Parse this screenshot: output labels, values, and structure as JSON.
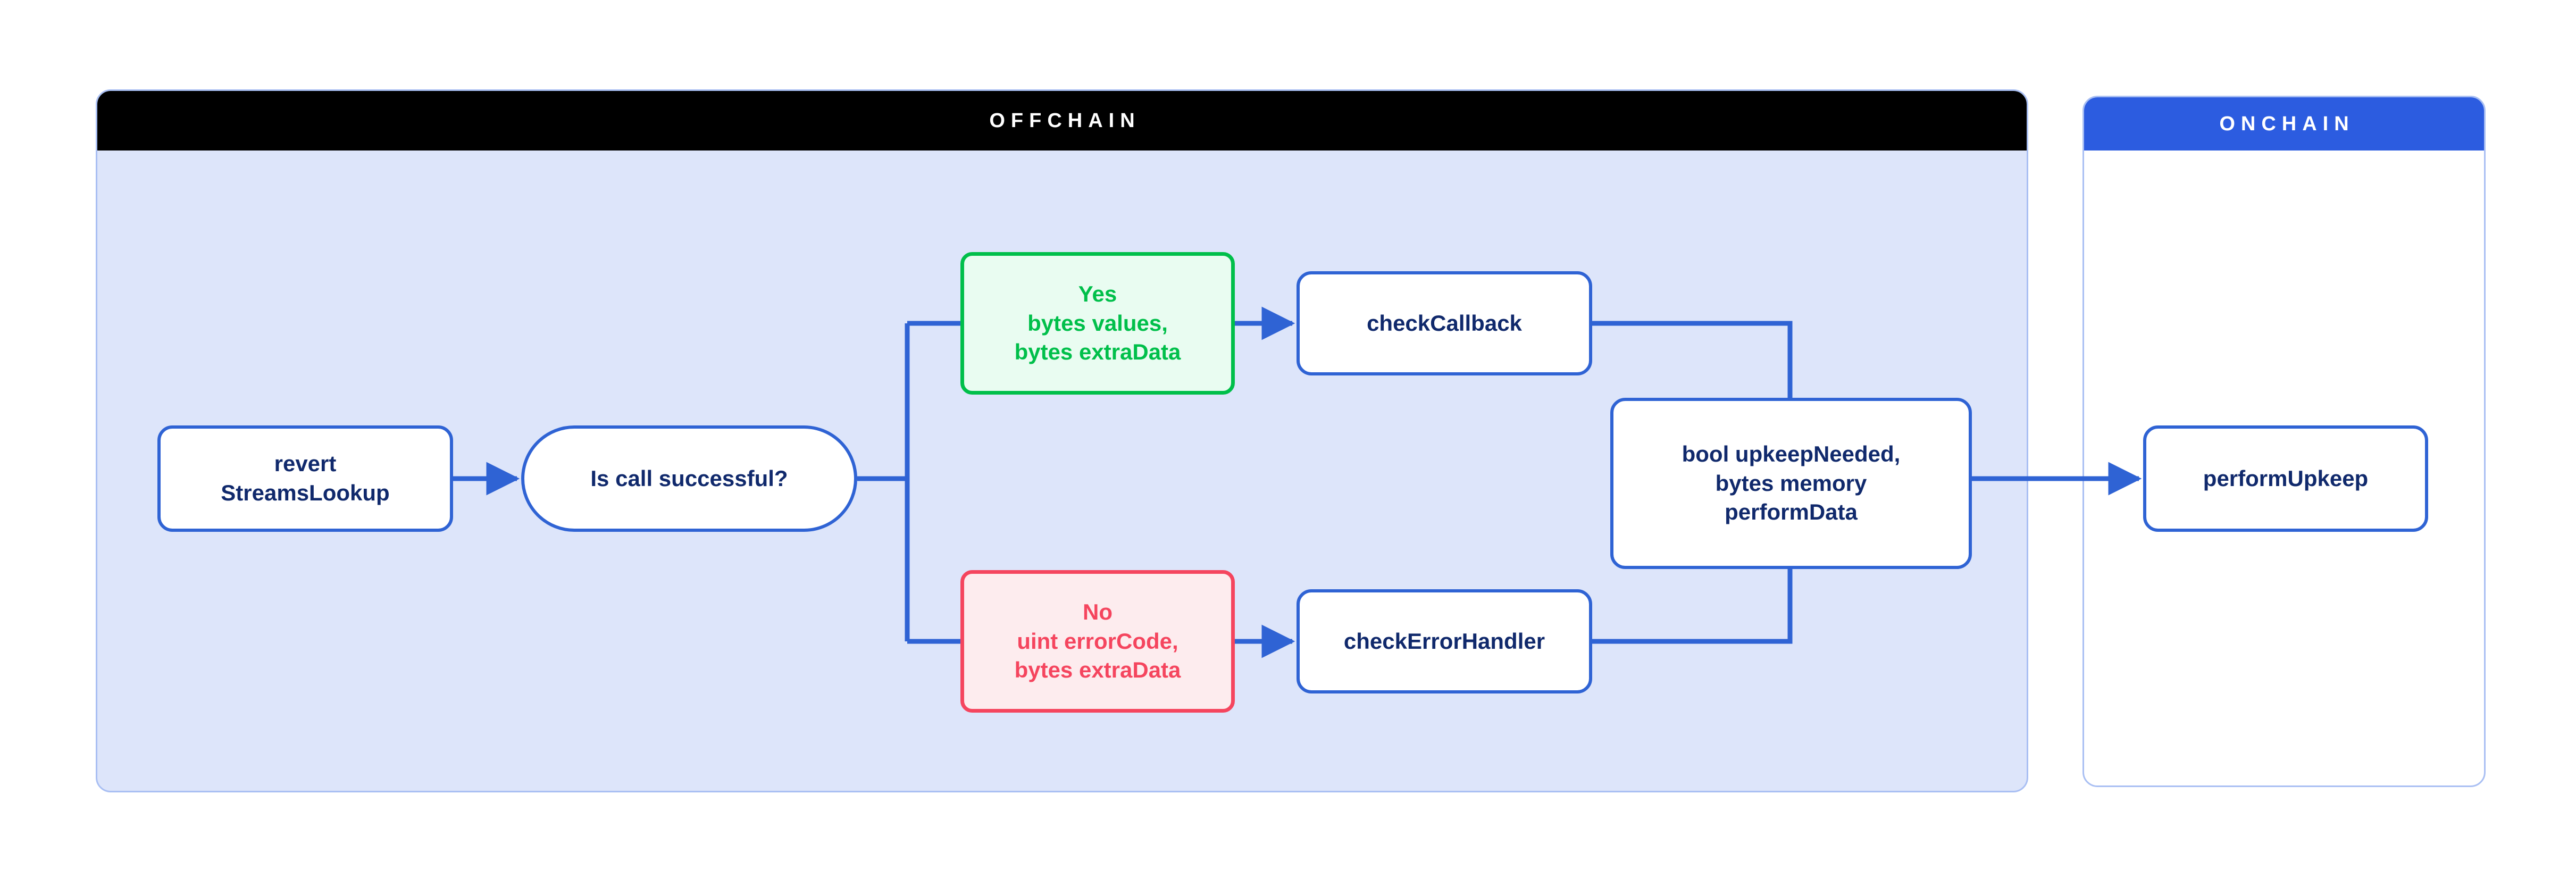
{
  "diagram": {
    "title": "Chainlink Automation StreamsLookup offchain/onchain flow",
    "colors": {
      "offchain_header_bg": "#000000",
      "offchain_body_bg": "#dde5fa",
      "onchain_header_bg": "#2c5ce0",
      "onchain_body_bg": "#ffffff",
      "panel_border": "#a9bff3",
      "node_border_blue": "#2f63d4",
      "node_text_navy": "#10296c",
      "success_green": "#00bf4a",
      "success_green_bg": "#e9fcf1",
      "error_red": "#f5455e",
      "error_red_bg": "#fdecee",
      "connector_blue": "#2f63d4"
    }
  },
  "panels": {
    "offchain": {
      "header": "OFFCHAIN"
    },
    "onchain": {
      "header": "ONCHAIN"
    }
  },
  "nodes": {
    "revert_streams_lookup": {
      "label": "revert\nStreamsLookup"
    },
    "is_call_successful": {
      "label": "Is call successful?"
    },
    "yes_branch": {
      "label": "Yes\nbytes values,\nbytes extraData"
    },
    "no_branch": {
      "label": "No\nuint errorCode,\nbytes extraData"
    },
    "check_callback": {
      "label": "checkCallback"
    },
    "check_error_handler": {
      "label": "checkErrorHandler"
    },
    "return_values": {
      "label": "bool upkeepNeeded,\nbytes memory\nperformData"
    },
    "perform_upkeep": {
      "label": "performUpkeep"
    }
  },
  "edges": [
    {
      "from": "revert_streams_lookup",
      "to": "is_call_successful",
      "arrow": true
    },
    {
      "from": "is_call_successful",
      "to": "yes_branch",
      "arrow": false
    },
    {
      "from": "is_call_successful",
      "to": "no_branch",
      "arrow": false
    },
    {
      "from": "yes_branch",
      "to": "check_callback",
      "arrow": true
    },
    {
      "from": "no_branch",
      "to": "check_error_handler",
      "arrow": true
    },
    {
      "from": "check_callback",
      "to": "return_values",
      "arrow": false
    },
    {
      "from": "check_error_handler",
      "to": "return_values",
      "arrow": false
    },
    {
      "from": "return_values",
      "to": "perform_upkeep",
      "arrow": true
    }
  ]
}
